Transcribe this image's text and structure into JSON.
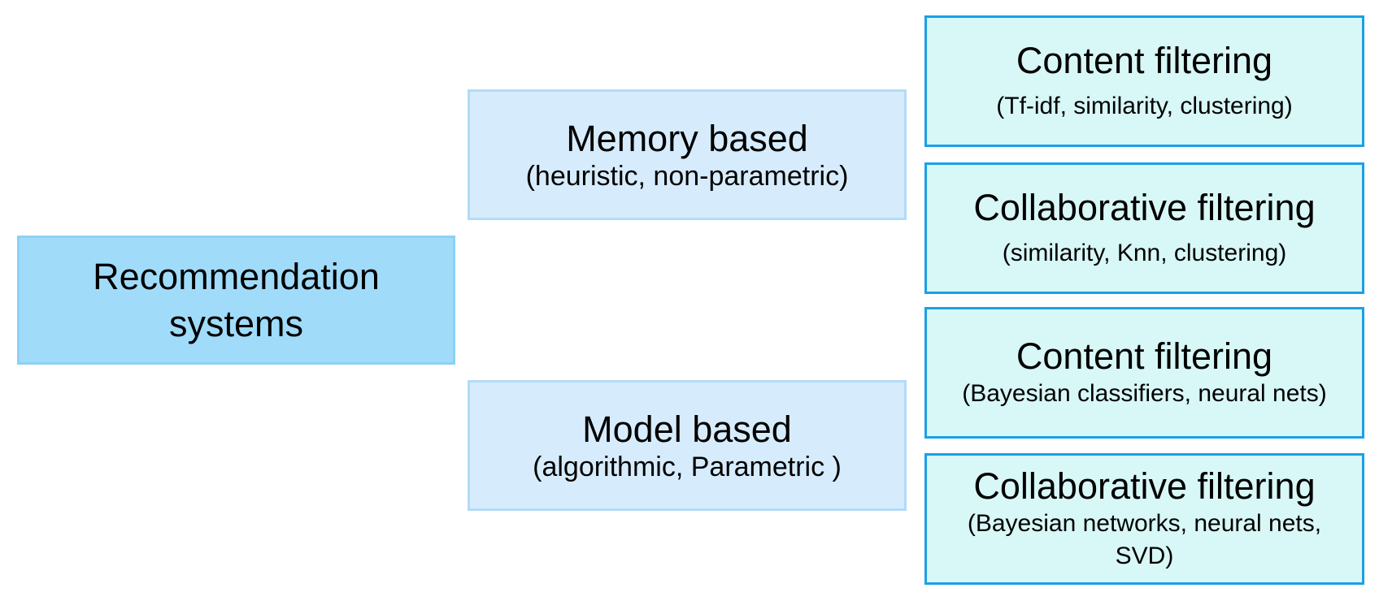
{
  "root": {
    "label": "Recommendation systems"
  },
  "branches": [
    {
      "title": "Memory based",
      "subtitle": "(heuristic, non-parametric)",
      "leaves": [
        {
          "title": "Content filtering",
          "subtitle": "(Tf-idf, similarity, clustering)"
        },
        {
          "title": "Collaborative filtering",
          "subtitle": "(similarity, Knn, clustering)"
        }
      ]
    },
    {
      "title": "Model based",
      "subtitle": "(algorithmic, Parametric )",
      "leaves": [
        {
          "title": "Content filtering",
          "subtitle": "(Bayesian classifiers, neural nets)"
        },
        {
          "title": "Collaborative filtering",
          "subtitle": "(Bayesian networks, neural nets, SVD)"
        }
      ]
    }
  ],
  "colors": {
    "root_fill": "#a0dcfa",
    "branch_fill": "#d6ecfc",
    "leaf_fill": "#d8f7f7",
    "leaf_border": "#1aa0e6"
  }
}
